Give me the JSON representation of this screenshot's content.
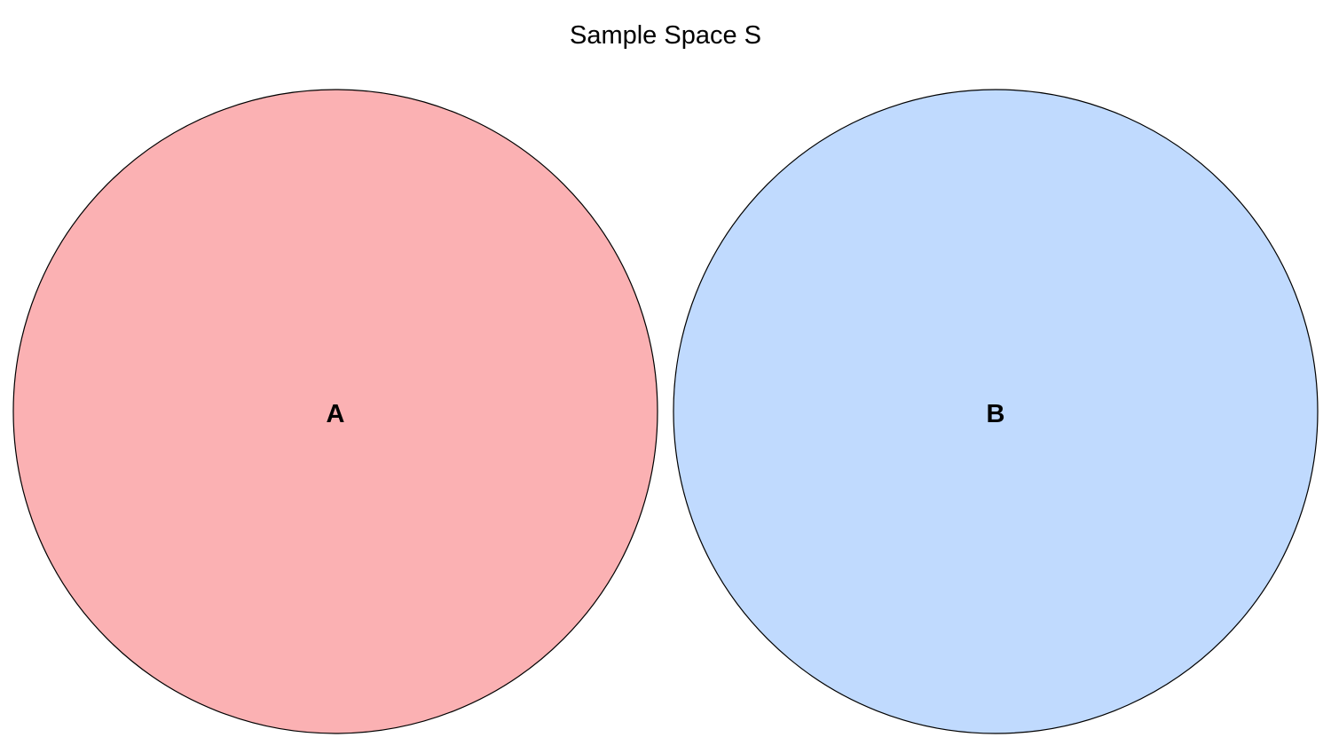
{
  "diagram": {
    "title": "Sample Space S",
    "sets": [
      {
        "label": "A",
        "color": "#fbb1b3"
      },
      {
        "label": "B",
        "color": "#c0dafe"
      }
    ],
    "outline_color": "#000000"
  }
}
